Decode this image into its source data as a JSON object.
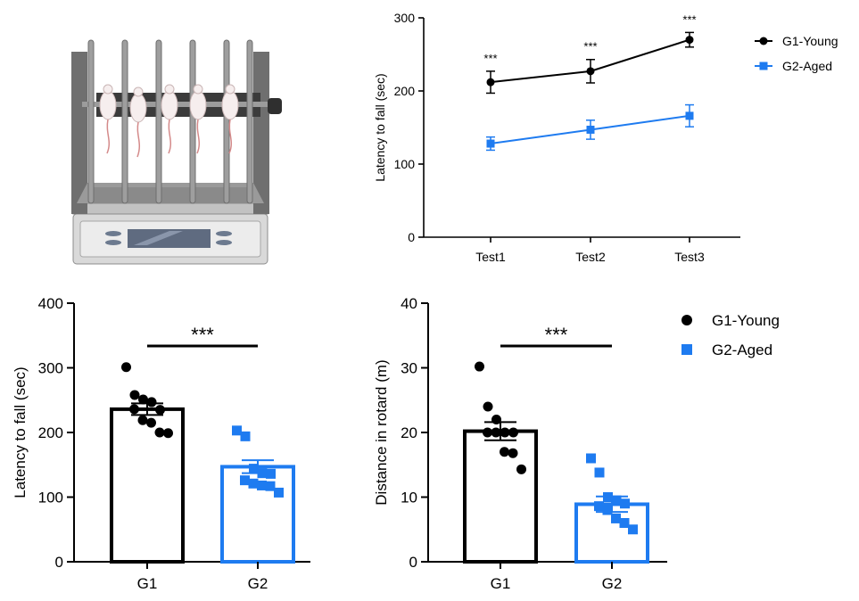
{
  "colors": {
    "g1": "#000000",
    "g2": "#1E7BF0",
    "axis": "#000000"
  },
  "illustration": {
    "name": "rotarod-apparatus-with-mice",
    "mice_count": 5
  },
  "chart_data": [
    {
      "id": "line-chart",
      "type": "line",
      "ylabel": "Latency to fall (sec)",
      "xlabel": "",
      "categories": [
        "Test1",
        "Test2",
        "Test3"
      ],
      "ylim": [
        0,
        300
      ],
      "yticks": [
        0,
        100,
        200,
        300
      ],
      "series": [
        {
          "name": "G1-Young",
          "color": "#000000",
          "marker": "circle",
          "values": [
            212,
            227,
            270
          ],
          "errors": [
            15,
            16,
            10
          ]
        },
        {
          "name": "G2-Aged",
          "color": "#1E7BF0",
          "marker": "square",
          "values": [
            128,
            147,
            166
          ],
          "errors": [
            9,
            13,
            15
          ]
        }
      ],
      "significance": [
        "***",
        "***",
        "***"
      ],
      "legend": "right"
    },
    {
      "id": "bar-latency",
      "type": "bar",
      "ylabel": "Latency to fall (sec)",
      "xlabel": "",
      "categories": [
        "G1",
        "G2"
      ],
      "ylim": [
        0,
        400
      ],
      "yticks": [
        0,
        100,
        200,
        300,
        400
      ],
      "values": [
        236,
        147
      ],
      "errors": [
        9,
        10
      ],
      "points": [
        [
          301,
          258,
          251,
          247,
          235,
          236,
          219,
          215,
          200,
          199
        ],
        [
          203,
          194,
          144,
          137,
          136,
          126,
          121,
          118,
          117,
          107
        ]
      ],
      "significance": "***"
    },
    {
      "id": "bar-distance",
      "type": "bar",
      "ylabel": "Distance in rotard (m)",
      "xlabel": "",
      "categories": [
        "G1",
        "G2"
      ],
      "ylim": [
        0,
        40
      ],
      "yticks": [
        0,
        10,
        20,
        30,
        40
      ],
      "values": [
        20.2,
        8.9
      ],
      "errors": [
        1.4,
        1.2
      ],
      "points": [
        [
          30.2,
          24.0,
          22.0,
          20.0,
          20.0,
          20.0,
          20.0,
          17.0,
          16.8,
          14.3
        ],
        [
          16.0,
          13.8,
          10.0,
          9.5,
          9.0,
          8.6,
          8.0,
          6.7,
          6.0,
          5.0
        ]
      ],
      "significance": "***"
    }
  ],
  "legend_bottom": [
    {
      "name": "G1-Young",
      "color": "#000000",
      "marker": "circle"
    },
    {
      "name": "G2-Aged",
      "color": "#1E7BF0",
      "marker": "square"
    }
  ]
}
